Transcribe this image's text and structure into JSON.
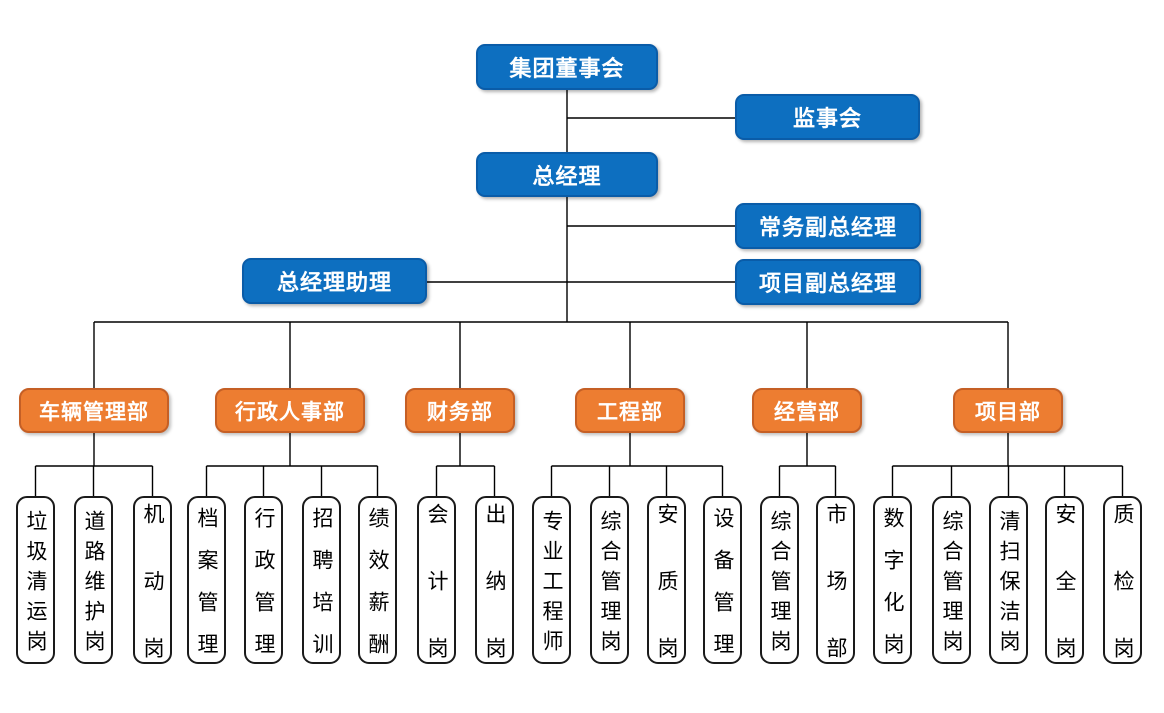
{
  "chart_title": "",
  "colors": {
    "blue_fill": "#0d6fc0",
    "blue_border": "#0a5ca8",
    "orange_fill": "#ED7D31",
    "orange_border": "#c55f25",
    "pos_fill": "#ffffff",
    "pos_border": "#1a1a1a",
    "pos_text": "#000000",
    "text_on_color": "#ffffff",
    "line": "#000000"
  },
  "executive": {
    "board": "集团董事会",
    "supervisory": "监事会",
    "general_manager": "总经理",
    "executive_deputy_gm": "常务副总经理",
    "gm_assistant": "总经理助理",
    "project_deputy_gm": "项目副总经理"
  },
  "departments": [
    {
      "label": "车辆管理部",
      "positions": [
        "垃圾清运岗",
        "道路维护岗",
        "机动岗"
      ]
    },
    {
      "label": "行政人事部",
      "positions": [
        "档案管理",
        "行政管理",
        "招聘培训",
        "绩效薪酬"
      ]
    },
    {
      "label": "财务部",
      "positions": [
        "会计岗",
        "出纳岗"
      ]
    },
    {
      "label": "工程部",
      "positions": [
        "专业工程师",
        "综合管理岗",
        "安质岗",
        "设备管理"
      ]
    },
    {
      "label": "经营部",
      "positions": [
        "综合管理岗",
        "市场部"
      ]
    },
    {
      "label": "项目部",
      "positions": [
        "数字化岗",
        "综合管理岗",
        "清扫保洁岗",
        "安全岗",
        "质检岗"
      ]
    }
  ]
}
